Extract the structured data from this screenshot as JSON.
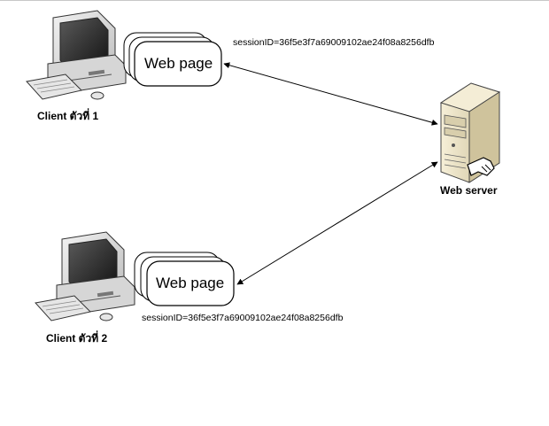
{
  "clients": [
    {
      "label": "Client ตัวที่ 1"
    },
    {
      "label": "Client ตัวที่ 2"
    }
  ],
  "server": {
    "label": "Web server"
  },
  "pages": [
    {
      "label": "Web page",
      "session": "sessionID=36f5e3f7a69009102ae24f08a8256dfb"
    },
    {
      "label": "Web page",
      "session": "sessionID=36f5e3f7a69009102ae24f08a8256dfb"
    }
  ],
  "colors": {
    "line": "#000000",
    "computer_body": "#d9d9d9",
    "screen": "#1f1f1f",
    "server_body": "#e8dfc4"
  }
}
